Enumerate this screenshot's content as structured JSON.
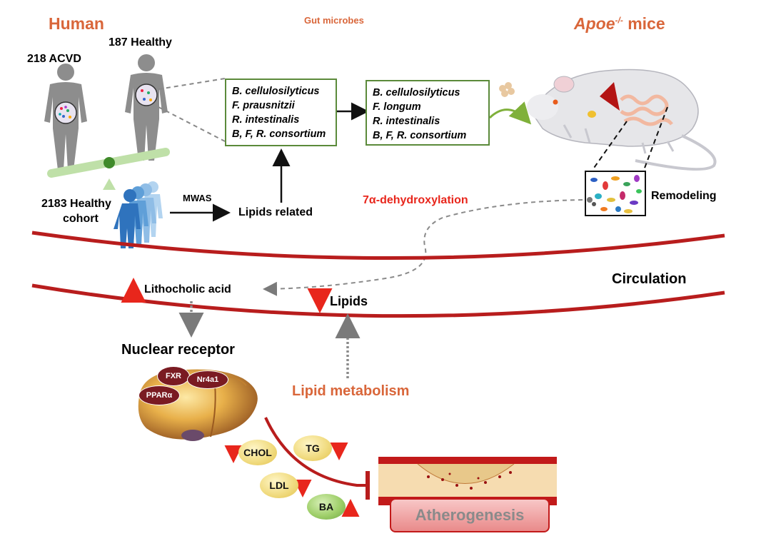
{
  "header": {
    "human": "Human",
    "gut_microbes": "Gut microbes",
    "apoe_prefix": "Apoe",
    "apoe_sup": "-/-",
    "apoe_suffix": " mice"
  },
  "cohorts": {
    "acvd": "218 ACVD",
    "healthy": "187 Healthy",
    "healthy_cohort_line1": "2183 Healthy",
    "healthy_cohort_line2": "cohort",
    "mwas": "MWAS",
    "lipids_related": "Lipids related"
  },
  "human_bacteria": [
    "B. cellulosilyticus",
    "F. prausnitzii",
    "R. intestinalis",
    "B, F, R. consortium"
  ],
  "mice_bacteria": [
    "B. cellulosilyticus",
    "F. longum",
    "R. intestinalis",
    "B, F, R. consortium"
  ],
  "mouse": {
    "remodeling": "Remodeling",
    "dehydroxylation": "7α-dehydroxylation"
  },
  "circulation": {
    "label": "Circulation",
    "lithocholic_acid": "Lithocholic acid",
    "lipids": "Lipids"
  },
  "liver": {
    "nuclear_receptor": "Nuclear receptor",
    "lipid_metabolism": "Lipid metabolism",
    "receptors": [
      "FXR",
      "Nr4a1",
      "PPARα"
    ]
  },
  "markers": {
    "chol": "CHOL",
    "tg": "TG",
    "ldl": "LDL",
    "ba": "BA"
  },
  "outcome": {
    "atherogenesis": "Atherogenesis"
  },
  "colors": {
    "accent_orange": "#d9663a",
    "highlight_red": "#e8261c",
    "vessel_red": "#b81d1d",
    "box_green": "#5b8a3a",
    "receptor_maroon": "#7a1b22"
  }
}
